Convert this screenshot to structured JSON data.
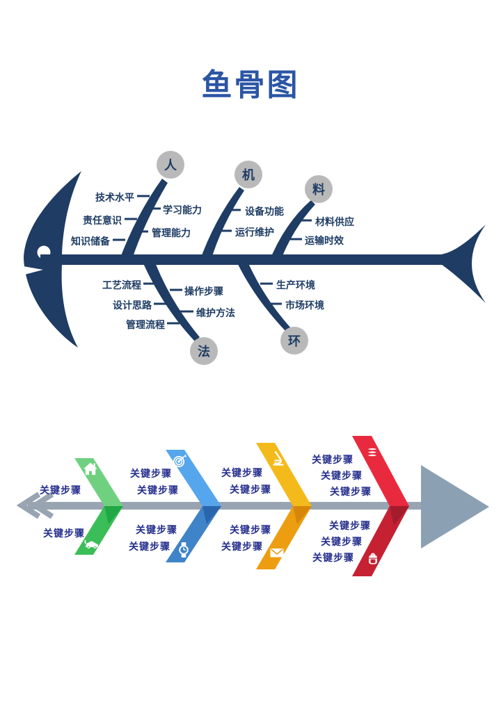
{
  "page": {
    "title": "鱼骨图"
  },
  "palette": {
    "title_blue": "#2b55a5",
    "bone_navy": "#1e3c64",
    "step_text_indigo": "#252f8d",
    "category_circle_gray": "#b9b9b9",
    "process_spine_gray": "#98a4b2",
    "arrowhead_slate": "#8ba1b3",
    "green_light": "#6fd180",
    "green_dark": "#3bbd58",
    "blue_light": "#55a6ec",
    "blue_dark": "#3f83c9",
    "yellow_light": "#f4ba1b",
    "yellow_dark": "#ec9d10",
    "red_light": "#e92a3e",
    "red_dark": "#c52133"
  },
  "fishbone": {
    "categories": [
      {
        "label": "人",
        "left_items": [
          "技术水平",
          "责任意识",
          "知识储备"
        ],
        "right_items": [
          "学习能力",
          "管理能力"
        ]
      },
      {
        "label": "机",
        "left_items": [],
        "right_items": [
          "设备功能",
          "运行维护"
        ]
      },
      {
        "label": "料",
        "left_items": [],
        "right_items": [
          "材料供应",
          "运输时效"
        ]
      },
      {
        "label": "法",
        "left_items": [
          "工艺流程",
          "设计思路",
          "管理流程"
        ],
        "right_items": [
          "操作步骤",
          "维护方法"
        ]
      },
      {
        "label": "环",
        "left_items": [],
        "right_items": [
          "生产环境",
          "市场环境"
        ]
      }
    ]
  },
  "process": {
    "step_label": "关键步骤",
    "stages": [
      {
        "name": "green",
        "icons": [
          "house",
          "car"
        ],
        "steps_top": 1,
        "steps_bottom": 1
      },
      {
        "name": "blue",
        "icons": [
          "target",
          "watch"
        ],
        "steps_top": 2,
        "steps_bottom": 2
      },
      {
        "name": "yellow",
        "icons": [
          "microscope",
          "envelope"
        ],
        "steps_top": 2,
        "steps_bottom": 2
      },
      {
        "name": "red",
        "icons": [
          "books",
          "backpack"
        ],
        "steps_top": 3,
        "steps_bottom": 3
      }
    ]
  }
}
